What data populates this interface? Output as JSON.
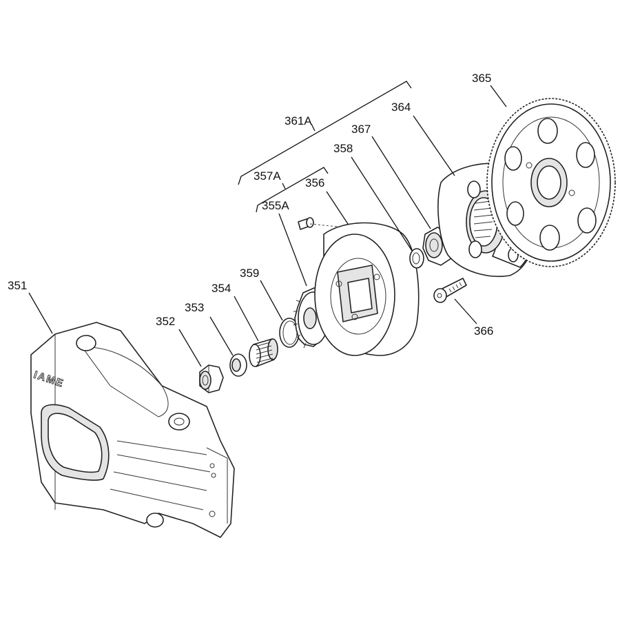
{
  "labels": {
    "p351": "351",
    "p352": "352",
    "p353": "353",
    "p354": "354",
    "p359": "359",
    "p355A": "355A",
    "p357A": "357A",
    "p356": "356",
    "p361A": "361A",
    "p358": "358",
    "p367": "367",
    "p364": "364",
    "p365": "365",
    "p366": "366"
  },
  "cover_logo_text": "IAME",
  "colors": {
    "line": "#222222",
    "fill": "#ffffff",
    "shade": "#e4e4e4",
    "friction": "#cccccc"
  }
}
